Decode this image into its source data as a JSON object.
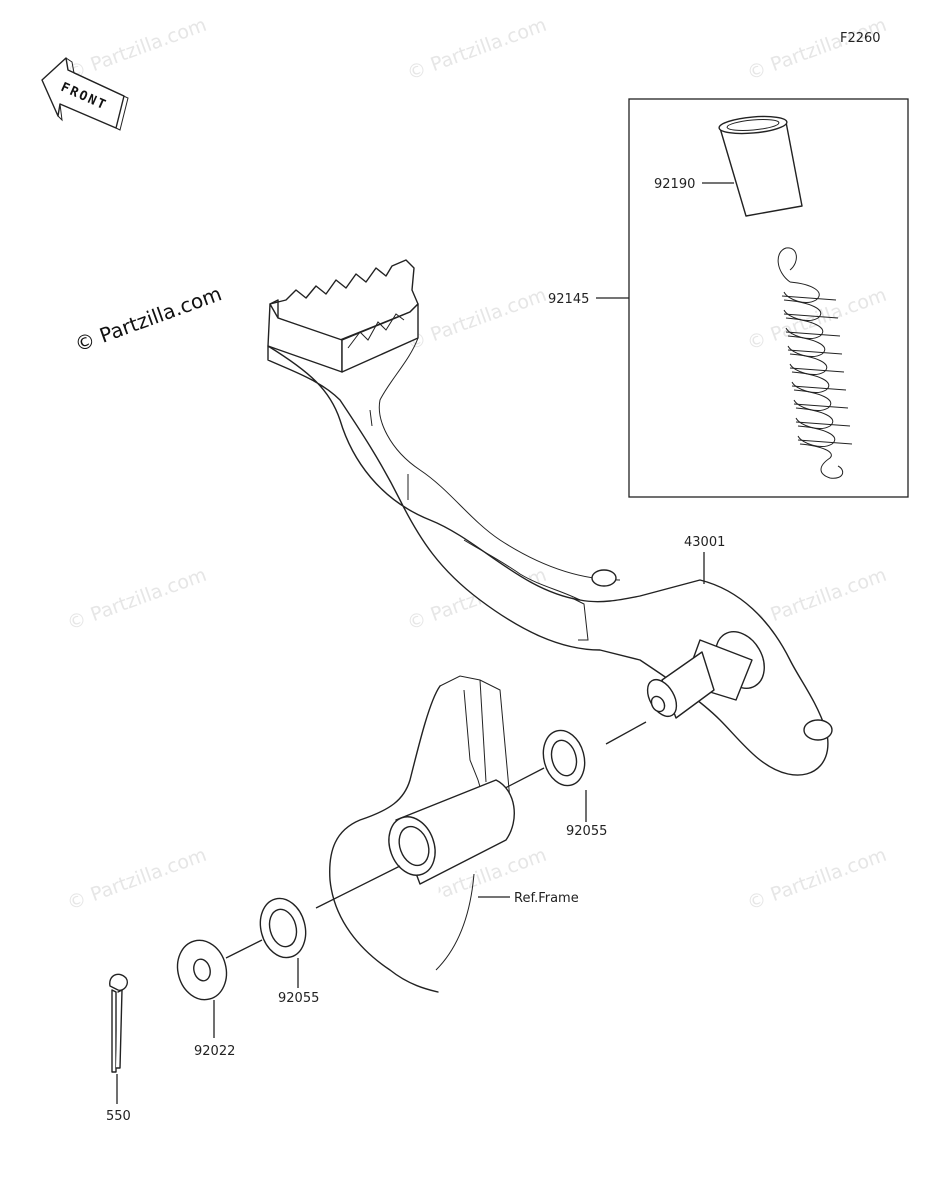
{
  "figure_id": "F2260",
  "front_label": "FRONT",
  "watermark_main": "© Partzilla.com",
  "watermark_faint": "© Partzilla.com",
  "parts": {
    "spacer": "92190",
    "spring": "92145",
    "pedal": "43001",
    "washer_upper": "92055",
    "washer_lower": "92055",
    "washer_flat": "92022",
    "cotter_pin": "550"
  },
  "ref_frame": "Ref.Frame"
}
